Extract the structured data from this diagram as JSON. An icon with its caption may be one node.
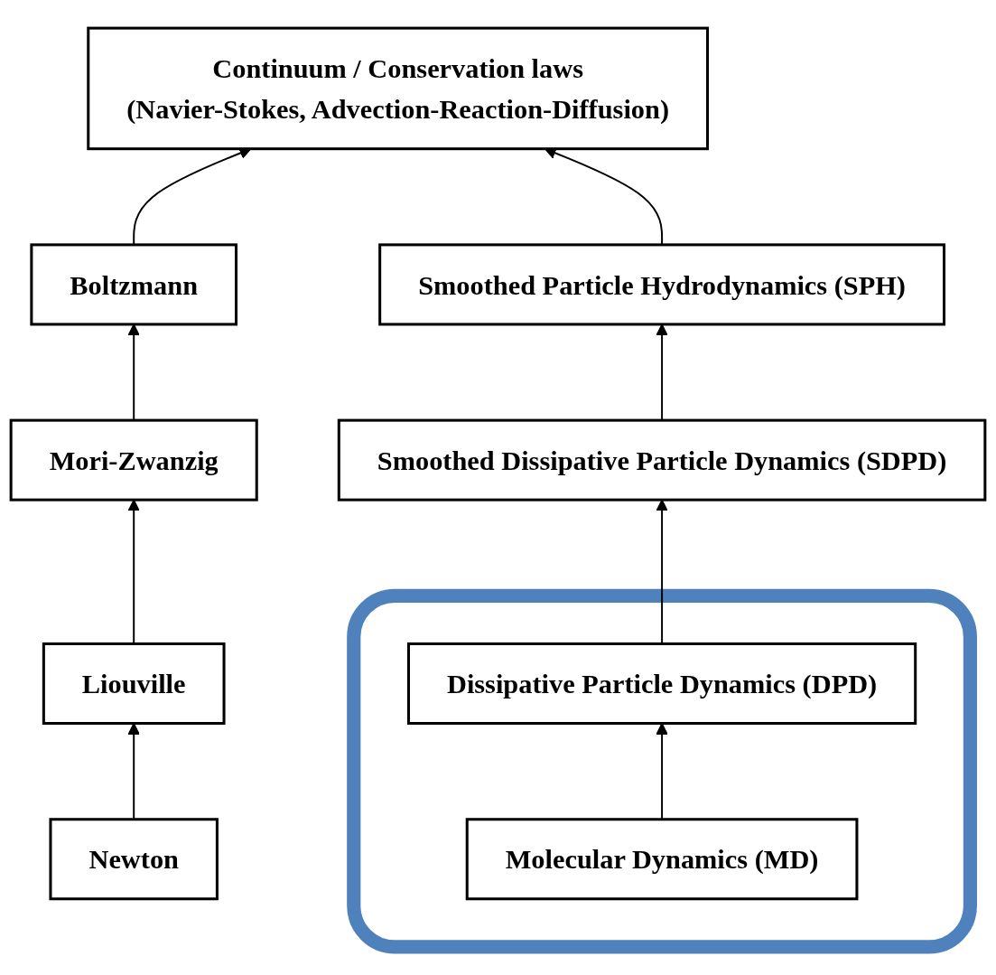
{
  "diagram": {
    "nodes": [
      {
        "text": [
          "Continuum / Conservation laws",
          "(Navier-Stokes, Advection-Reaction-Diffusion)"
        ]
      },
      {
        "text": [
          "Boltzmann"
        ]
      },
      {
        "text": [
          "Mori-Zwanzig"
        ]
      },
      {
        "text": [
          "Liouville"
        ]
      },
      {
        "text": [
          "Newton"
        ]
      },
      {
        "text": [
          "Smoothed Particle Hydrodynamics (SPH)"
        ]
      },
      {
        "text": [
          "Smoothed Dissipative Particle Dynamics (SDPD)"
        ]
      },
      {
        "text": [],
        "shape": "box"
      },
      {
        "text": [
          "Dissipative Particle Dynamics (DPD)"
        ],
        "in": 7
      },
      {
        "text": [
          "Molecular Dynamics (MD)"
        ],
        "in": 7
      }
    ],
    "edges": [
      {
        "from": 1,
        "to": 0,
        "arrow": "to"
      },
      {
        "from": 2,
        "to": 1,
        "arrow": "to"
      },
      {
        "from": 3,
        "to": 2,
        "arrow": "to"
      },
      {
        "from": 4,
        "to": 3,
        "arrow": "to"
      },
      {
        "from": 5,
        "to": 0,
        "arrow": "to"
      },
      {
        "from": 6,
        "to": 5,
        "arrow": "to"
      },
      {
        "from": 8,
        "to": 6,
        "arrow": "to"
      },
      {
        "from": 9,
        "to": 8,
        "arrow": "to"
      }
    ]
  }
}
